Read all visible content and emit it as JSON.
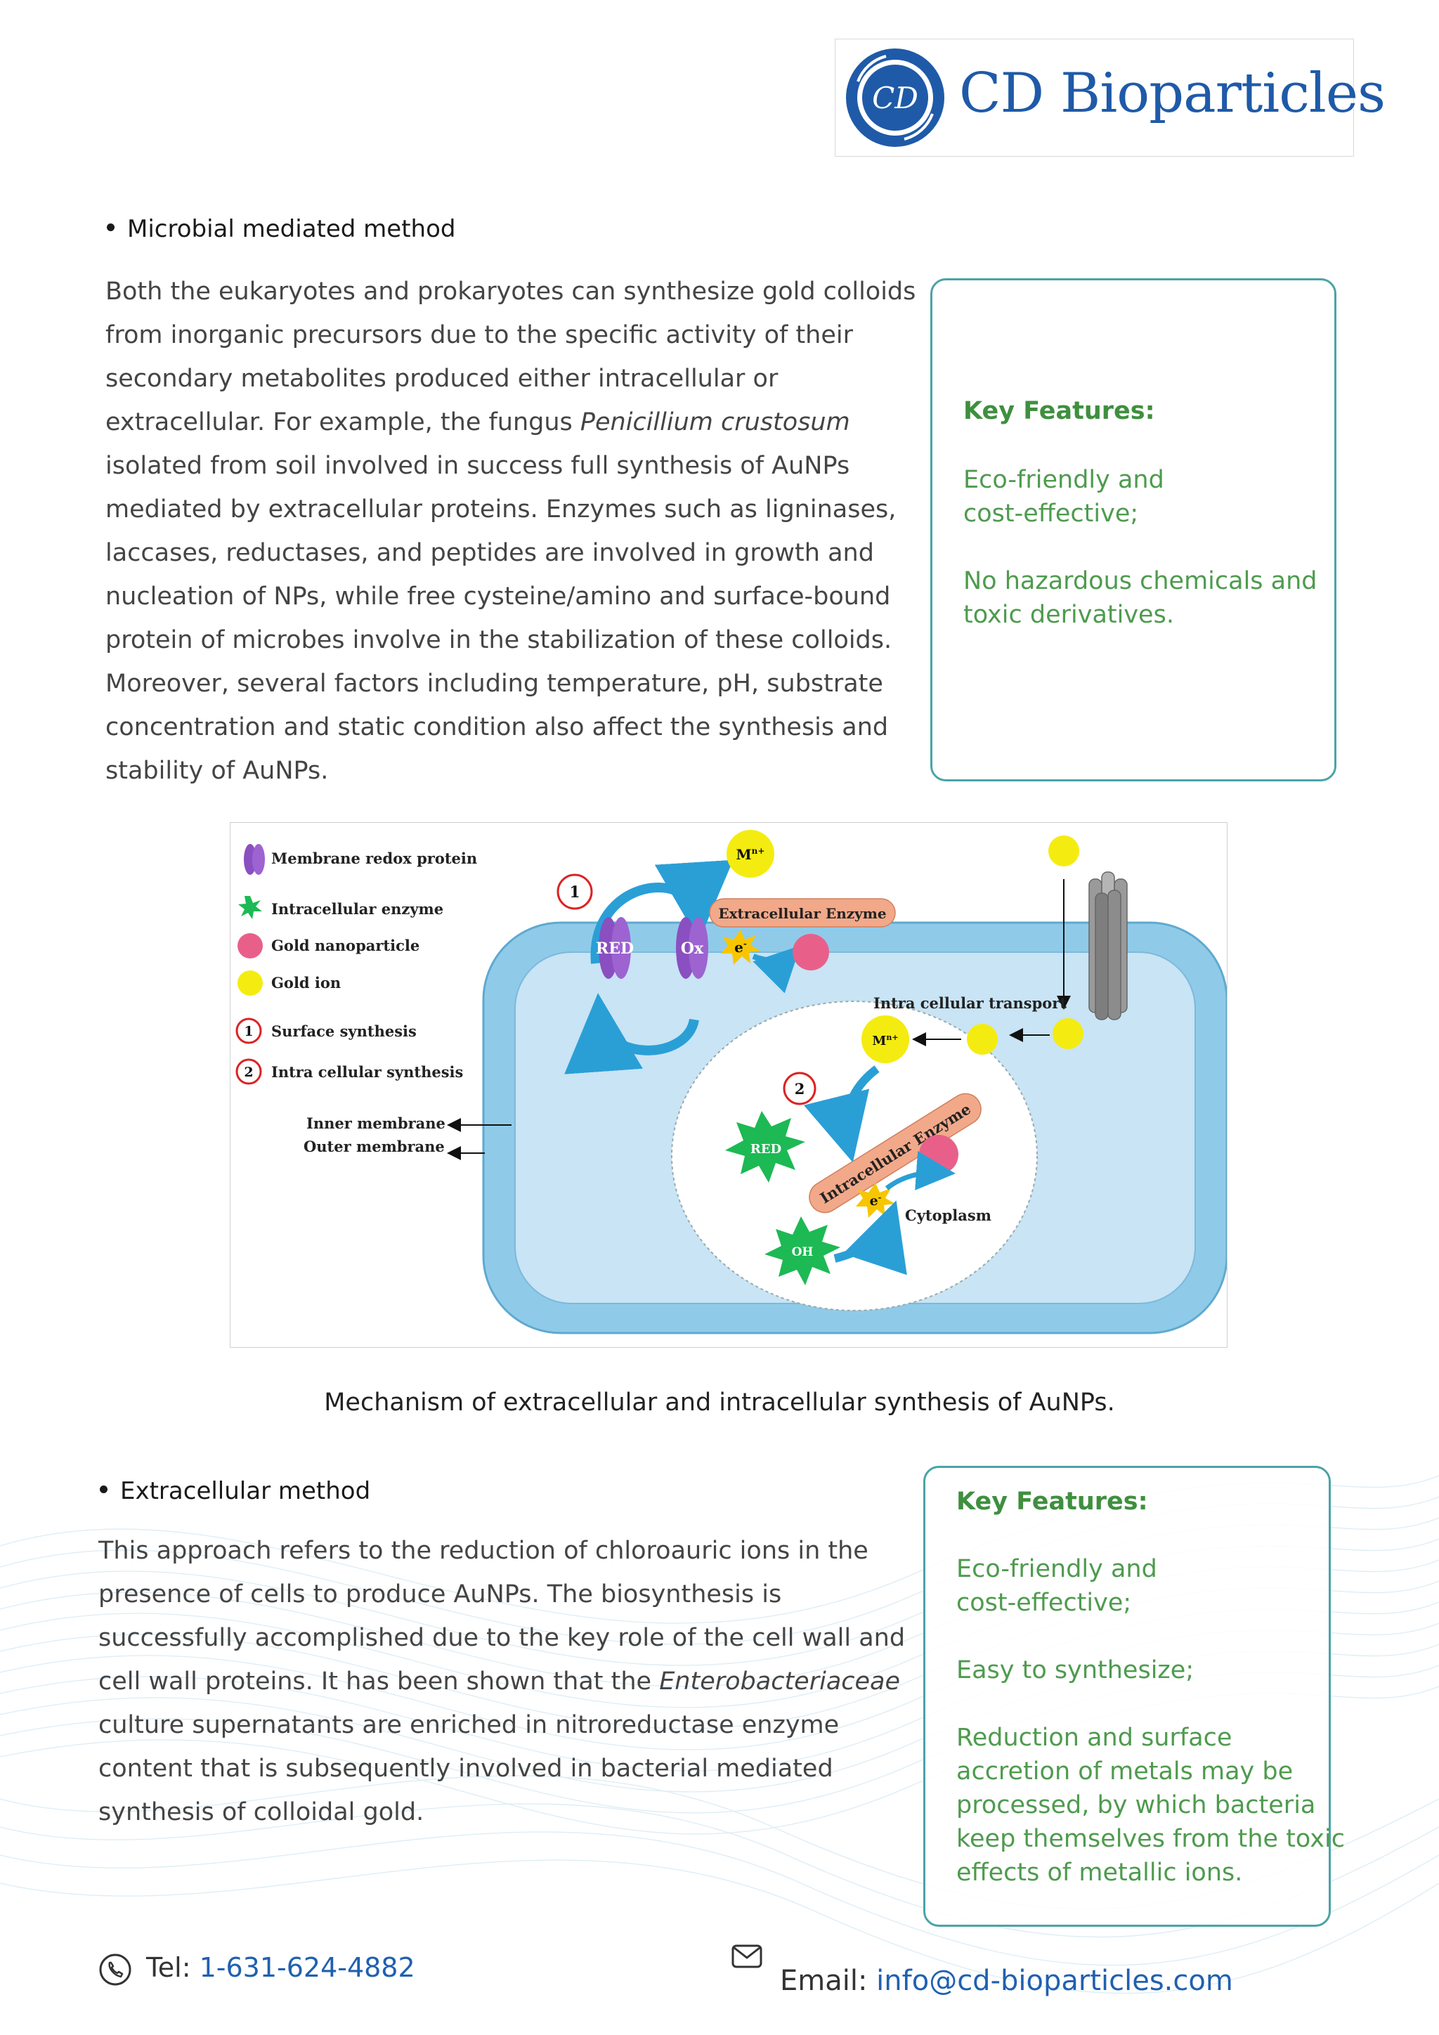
{
  "brand": {
    "name": "CD Bioparticles",
    "monogram": "CD",
    "logo_color": "#1f5aa8"
  },
  "section1": {
    "heading": "Microbial mediated method",
    "lines": [
      "Both the eukaryotes and prokaryotes can synthesize gold colloids",
      "from inorganic precursors due to the specific activity of their",
      "secondary metabolites produced either intracellular or",
      "extracellular. For example, the fungus ",
      "isolated from soil involved in success full synthesis of AuNPs",
      "mediated by extracellular proteins. Enzymes such as ligninases,",
      "laccases, reductases, and peptides are involved in growth and",
      "nucleation of NPs, while free cysteine/amino and surface-bound",
      "protein of microbes involve in the stabilization of these colloids.",
      "Moreover, several factors including temperature, pH, substrate",
      "concentration and static condition also affect the synthesis and",
      "stability of AuNPs."
    ],
    "italic_term": "Penicillium crustosum"
  },
  "keybox1": {
    "title": "Key Features:",
    "features": [
      [
        "Eco-friendly and",
        "cost-effective;"
      ],
      [
        "No hazardous chemicals and",
        "toxic derivatives."
      ]
    ]
  },
  "figure": {
    "legend": {
      "membrane_redox": "Membrane redox protein",
      "intracellular_enzyme": "Intracellular enzyme",
      "gold_nanoparticle": "Gold nanoparticle",
      "gold_ion": "Gold ion",
      "surface_synthesis": "Surface synthesis",
      "intra_synthesis": "Intra cellular synthesis",
      "inner_membrane": "Inner membrane",
      "outer_membrane": "Outer membrane"
    },
    "labels": {
      "step1": "1",
      "step2": "2",
      "red": "RED",
      "ox": "Ox",
      "ion": "M",
      "ion_charge": "n+",
      "electron": "e",
      "electron_sup": "-",
      "extracellular_enzyme": "Extracellular Enzyme",
      "intracellular_enzyme": "Intracellular Enzyme",
      "intra_transport": "Intra cellular transport",
      "cytoplasm": "Cytoplasm",
      "red2": "RED",
      "oh": "OH"
    },
    "colors": {
      "membrane_outer": "#8fcbe8",
      "membrane_inner": "#c8e4f5",
      "enzyme_green": "#1db954",
      "redox_purple": "#8a4fc0",
      "gold_ion": "#f4ec10",
      "nanoparticle": "#e8608a",
      "enzyme_bar": "#f2a98a"
    }
  },
  "caption": "Mechanism of extracellular and intracellular synthesis of AuNPs.",
  "section2": {
    "heading": "Extracellular method",
    "lines": [
      "This approach refers to the reduction of chloroauric ions in the",
      "presence of cells to produce AuNPs. The biosynthesis is",
      "successfully accomplished due to the key role of the cell wall and",
      "cell wall proteins. It has been shown that the ",
      "culture supernatants are enriched in nitroreductase enzyme",
      "content that is subsequently involved in bacterial mediated",
      "synthesis of colloidal gold."
    ],
    "italic_term": "Enterobacteriaceae"
  },
  "keybox2": {
    "title": "Key Features:",
    "features": [
      [
        "Eco-friendly and",
        "cost-effective;"
      ],
      [
        "Easy to synthesize;"
      ],
      [
        "Reduction and surface",
        "accretion of metals may be",
        "processed, by which bacteria",
        "keep themselves from the toxic",
        "effects of metallic ions."
      ]
    ]
  },
  "footer": {
    "tel_label": "Tel: ",
    "tel": "1-631-624-4882",
    "email_label": "Email: ",
    "email": "info@cd-bioparticles.com"
  }
}
